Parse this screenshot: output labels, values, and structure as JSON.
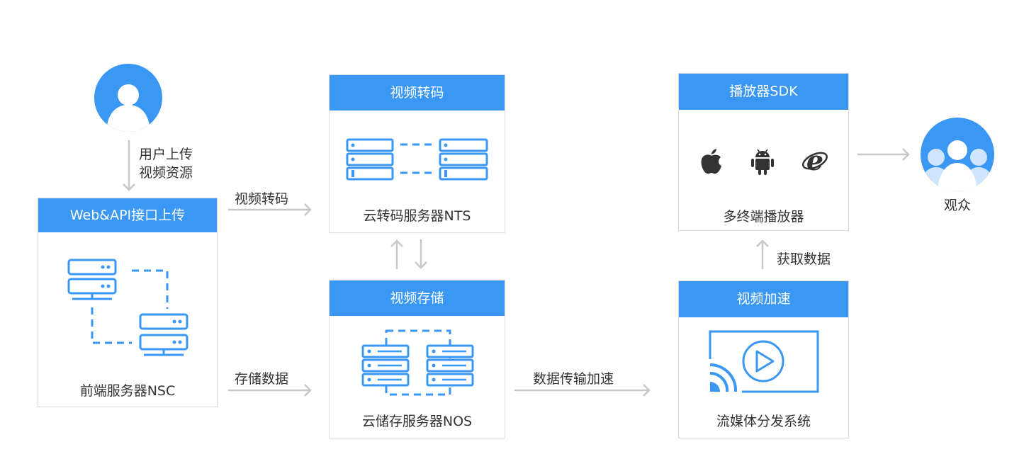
{
  "user_upload_label": [
    "用户上传",
    "视频资源"
  ],
  "nsc": {
    "title": "Web&API接口上传",
    "caption": "前端服务器NSC"
  },
  "nts": {
    "title": "视频转码",
    "caption": "云转码服务器NTS"
  },
  "nos": {
    "title": "视频存储",
    "caption": "云储存服务器NOS"
  },
  "sdk": {
    "title": "播放器SDK",
    "caption": "多终端播放器"
  },
  "cdn": {
    "title": "视频加速",
    "caption": "流媒体分发系统"
  },
  "edges": {
    "transcode": "视频转码",
    "store": "存储数据",
    "transfer": "数据传输加速",
    "fetch": "获取数据"
  },
  "audience_label": "观众",
  "colors": {
    "accent": "#3a97f4",
    "border": "#dcdcdc",
    "arrow": "#c8c8c8",
    "text": "#333333"
  },
  "icons": [
    "user-icon",
    "server-icon",
    "apple-icon",
    "android-icon",
    "ie-icon",
    "play-icon",
    "audience-icon"
  ]
}
